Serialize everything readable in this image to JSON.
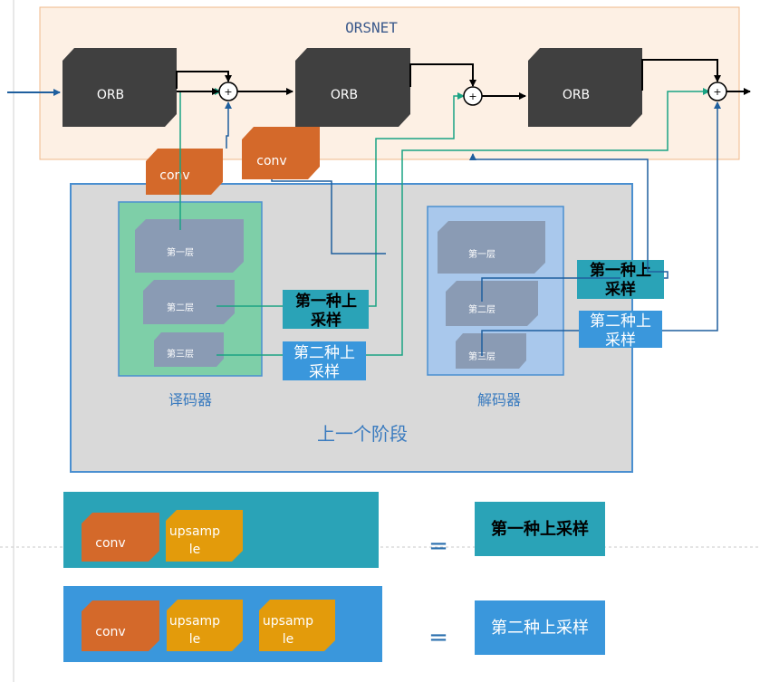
{
  "orsnet": {
    "title": "ORSNET",
    "orb_labels": [
      "ORB",
      "ORB",
      "ORB"
    ],
    "conv_labels": [
      "conv",
      "conv"
    ],
    "plus_symbol": "+"
  },
  "prev_stage": {
    "title": "上一个阶段",
    "encoder": {
      "label": "译码器",
      "layers": [
        "第一层",
        "第二层",
        "第三层"
      ]
    },
    "decoder": {
      "label": "解码器",
      "layers": [
        "第一层",
        "第二层",
        "第三层"
      ]
    },
    "upsample_boxes": {
      "first_left": "第一种上采样",
      "second_left": "第二种上采样",
      "first_right": "第一种上采样",
      "second_right": "第二种上采样"
    }
  },
  "legend": {
    "row1": {
      "blocks": [
        "conv",
        "upsample"
      ],
      "equals": "=",
      "result": "第一种上采样"
    },
    "row2": {
      "blocks": [
        "conv",
        "upsample",
        "upsample"
      ],
      "equals": "=",
      "result": "第二种上采样"
    }
  },
  "colors": {
    "orsnet_bg": "#fdf0e4",
    "orsnet_border": "#f0b88a",
    "orb": "#404040",
    "conv": "#d4692a",
    "upsample": "#e39b0b",
    "stage_bg": "#d9d9d9",
    "stage_border": "#4a8fd0",
    "encoder_bg": "#7ecfa8",
    "decoder_bg": "#a9c8ec",
    "layer": "#8a9bb4",
    "first_up": "#2aa3b7",
    "second_up": "#3a97dc",
    "teal_line": "#1aa383",
    "blue_line": "#1f5f9e"
  }
}
